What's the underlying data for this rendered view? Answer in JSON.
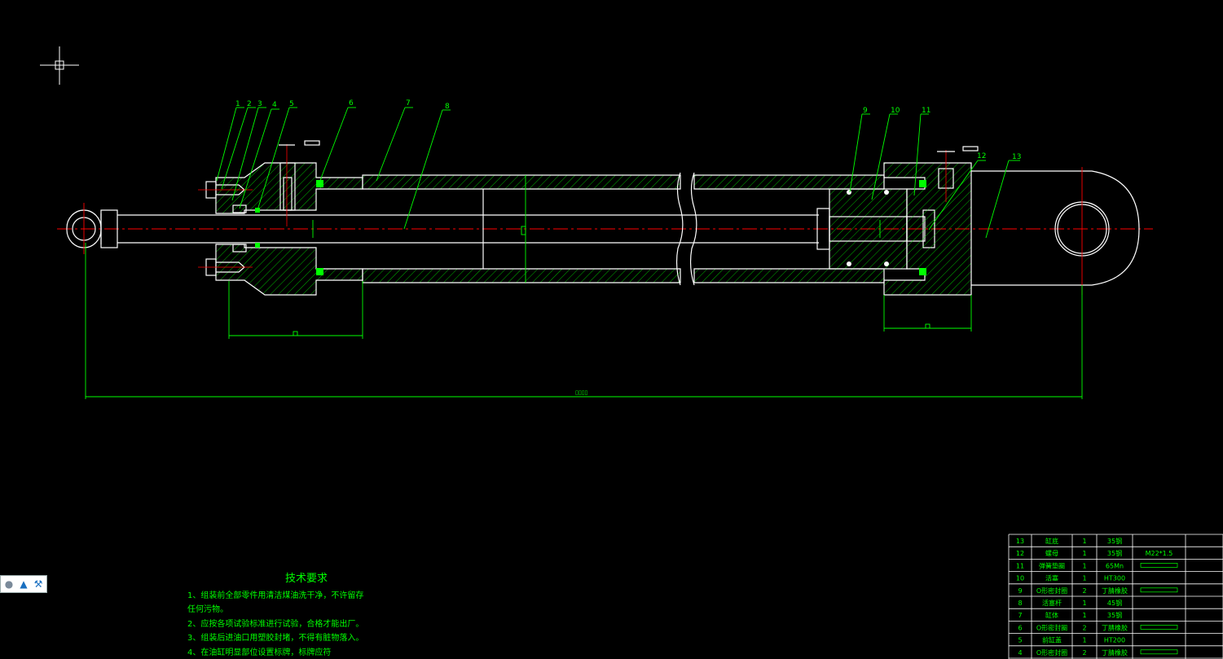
{
  "part_labels": [
    "1",
    "2",
    "3",
    "4",
    "5",
    "6",
    "7",
    "8",
    "9",
    "10",
    "11",
    "12",
    "13"
  ],
  "tech_requirements": {
    "title": "技术要求",
    "lines": [
      "1、组装前全部零件用清洁煤油洗干净，不许留存",
      "任何污物。",
      "2、应按各项试验标准进行试验，合格才能出厂。",
      "3、组装后进油口用塑胶封堵，不得有脏物落入。",
      "4、在油缸明显部位设置标牌，标牌应符"
    ]
  },
  "bom": {
    "rows": [
      {
        "no": "13",
        "name": "缸底",
        "qty": "1",
        "material": "35钢",
        "note": ""
      },
      {
        "no": "12",
        "name": "螺母",
        "qty": "1",
        "material": "35钢",
        "note": "M22*1.5"
      },
      {
        "no": "11",
        "name": "弹簧垫圈",
        "qty": "1",
        "material": "65Mn",
        "note": ""
      },
      {
        "no": "10",
        "name": "活塞",
        "qty": "1",
        "material": "HT300",
        "note": ""
      },
      {
        "no": "9",
        "name": "O形密封圈",
        "qty": "2",
        "material": "丁腈橡胶",
        "note": ""
      },
      {
        "no": "8",
        "name": "活塞杆",
        "qty": "1",
        "material": "45钢",
        "note": ""
      },
      {
        "no": "7",
        "name": "缸体",
        "qty": "1",
        "material": "35钢",
        "note": ""
      },
      {
        "no": "6",
        "name": "O形密封圈",
        "qty": "2",
        "material": "丁腈橡胶",
        "note": ""
      },
      {
        "no": "5",
        "name": "前缸盖",
        "qty": "1",
        "material": "HT200",
        "note": ""
      },
      {
        "no": "4",
        "name": "O形密封圈",
        "qty": "2",
        "material": "丁腈橡胶",
        "note": ""
      }
    ]
  },
  "colors": {
    "line": "#ffffff",
    "annotation": "#00ff00",
    "centerline": "#ff0000",
    "background": "#000000"
  },
  "toolbar_icons": [
    "user-icon",
    "shirt-icon",
    "wrench-icon"
  ]
}
